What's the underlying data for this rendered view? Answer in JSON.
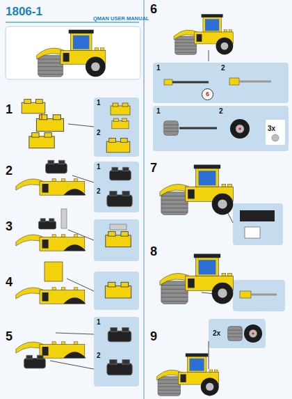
{
  "diagram": {
    "title": "1806-1",
    "nodes": [
      {
        "text": [
          "1",
          "2"
        ]
      },
      {
        "text": [
          "1",
          "2"
        ]
      },
      {
        "text": [
          "1",
          "2"
        ]
      },
      {
        "text": [
          "1",
          "2"
        ]
      },
      {
        "text": [
          "6"
        ],
        "in": 3
      },
      {
        "text": [
          "1",
          "2",
          "3x"
        ]
      },
      {
        "text": [
          "2x"
        ]
      }
    ],
    "labels": [
      "QMAN USER MANUAL",
      "1",
      "2",
      "3",
      "4",
      "5",
      "6",
      "7",
      "8",
      "9"
    ]
  }
}
